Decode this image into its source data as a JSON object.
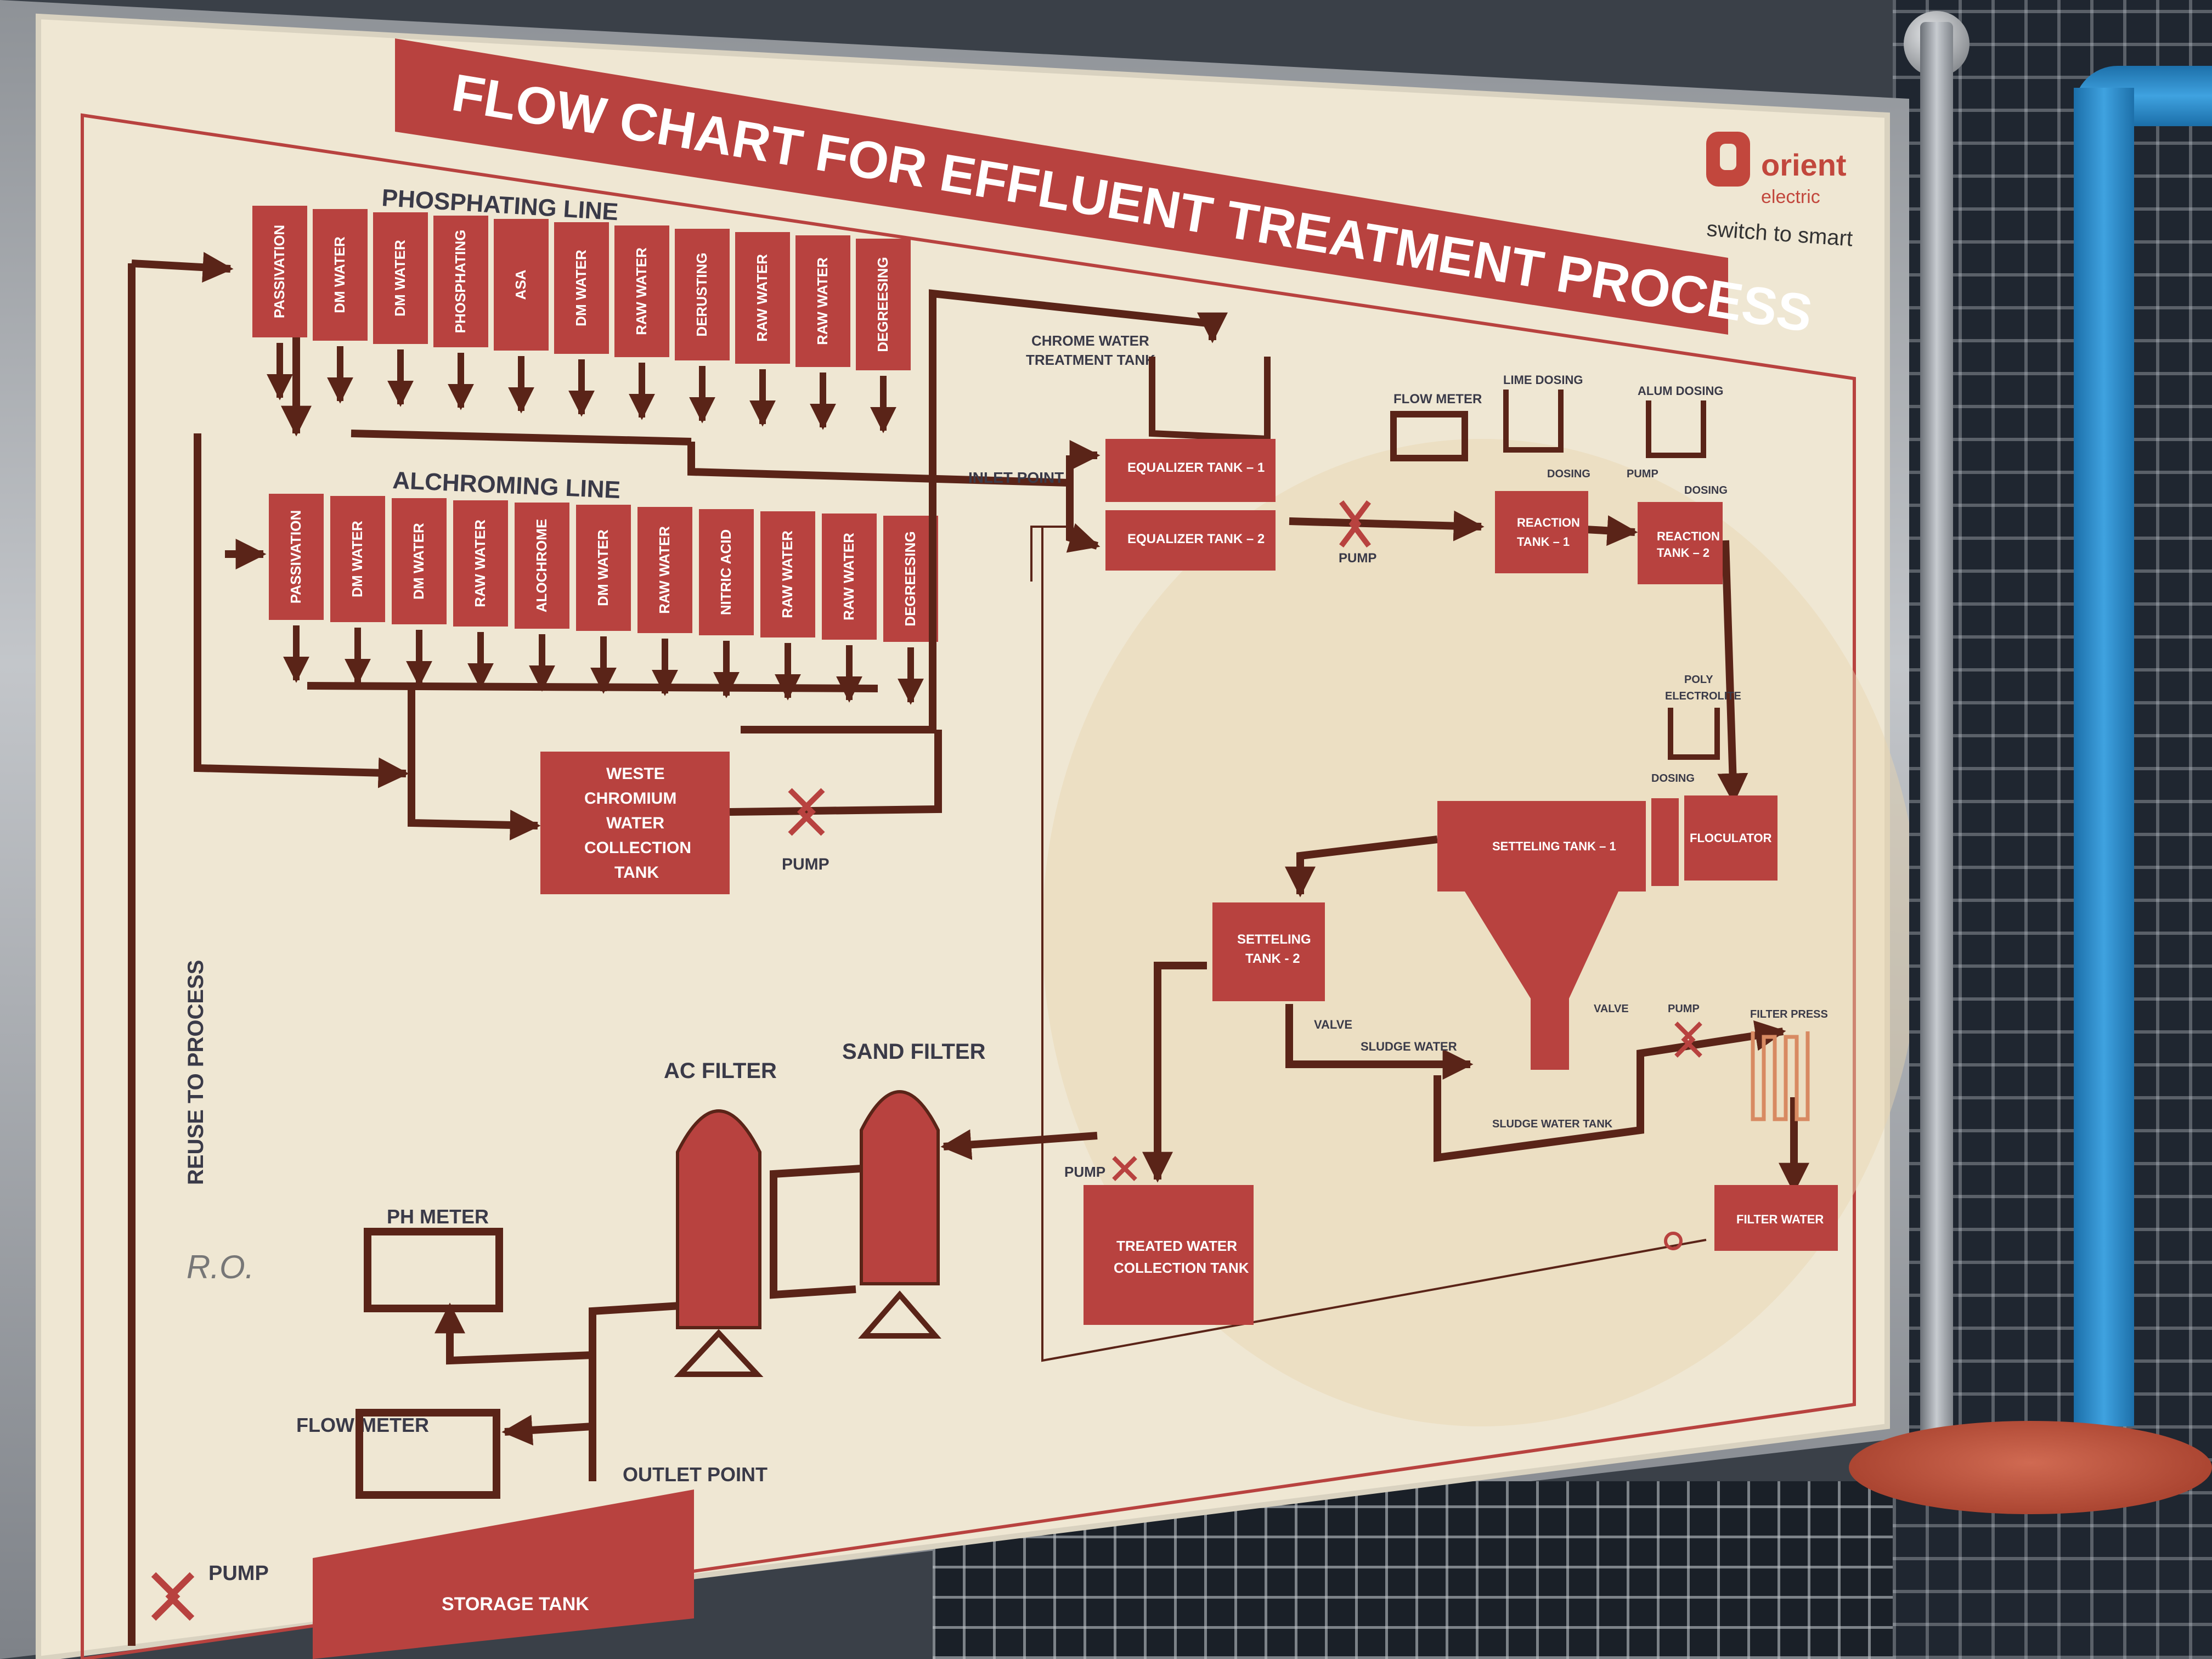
{
  "title": "FLOW CHART FOR EFFLUENT TREATMENT PROCESS",
  "brand": {
    "name": "orient",
    "sub": "electric",
    "tagline": "switch to smart"
  },
  "phosphating_line": {
    "label": "PHOSPHATING  LINE",
    "tanks": [
      "PASSIVATION",
      "DM WATER",
      "DM WATER",
      "PHOSPHATING",
      "ASA",
      "DM WATER",
      "RAW WATER",
      "DERUSTING",
      "RAW WATER",
      "RAW WATER",
      "DEGREESING"
    ]
  },
  "alchroming_line": {
    "label": "ALCHROMING LINE",
    "tanks": [
      "PASSIVATION",
      "DM WATER",
      "DM WATER",
      "RAW WATER",
      "ALOCHROME",
      "DM WATER",
      "RAW WATER",
      "NITRIC ACID",
      "RAW WATER",
      "RAW WATER",
      "DEGREESING"
    ]
  },
  "labels": {
    "chrome_tank_1": "CHROME WATER",
    "chrome_tank_2": "TREATMENT TANK",
    "inlet_point": "INLET POINT",
    "equalizer_1": "EQUALIZER TANK – 1",
    "equalizer_2": "EQUALIZER TANK – 2",
    "pump": "PUMP",
    "flow_meter": "FLOW METER",
    "lime_dosing": "LIME DOSING",
    "alum_dosing": "ALUM DOSING",
    "dosing": "DOSING",
    "reaction_1_a": "REACTION",
    "reaction_1_b": "TANK – 1",
    "reaction_2_a": "REACTION",
    "reaction_2_b": "TANK – 2",
    "poly_a": "POLY",
    "poly_b": "ELECTROLITE",
    "settling_1": "SETTELING TANK – 1",
    "floculator": "FLOCULATOR",
    "settling_2_a": "SETTELING",
    "settling_2_b": "TANK - 2",
    "valve": "VALVE",
    "sludge_water": "SLUDGE WATER",
    "sludge_water_tank": "SLUDGE WATER TANK",
    "filter_press": "FILTER PRESS",
    "filter_water": "FILTER WATER",
    "treated_a": "TREATED WATER",
    "treated_b": "COLLECTION TANK",
    "weste_1": "WESTE",
    "weste_2": "CHROMIUM",
    "weste_3": "WATER",
    "weste_4": "COLLECTION",
    "weste_5": "TANK",
    "ac_filter": "AC  FILTER",
    "sand_filter": "SAND FILTER",
    "ph_meter": "PH METER",
    "flow_meter_2": "FLOW METER",
    "outlet_point": "OUTLET POINT",
    "storage_tank": "STORAGE TANK",
    "reuse": "REUSE TO PROCESS",
    "handwriting": "R.O."
  },
  "colors": {
    "accent": "#b8423f",
    "line": "#5a2418",
    "board": "#f1ead8",
    "outline": "#d88a62"
  }
}
